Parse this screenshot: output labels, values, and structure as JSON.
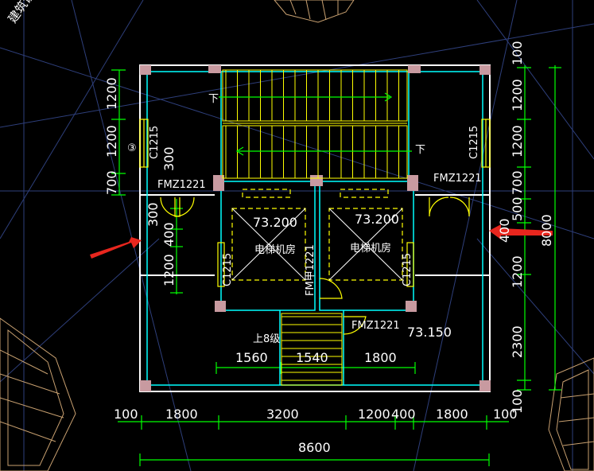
{
  "title_corner": "建筑设计",
  "bottom_dims": [
    "100",
    "1800",
    "3200",
    "1200",
    "400",
    "1800",
    "100"
  ],
  "bottom_total": "8600",
  "left_dims": [
    "1200",
    "1200",
    "700",
    "300",
    "400",
    "1200"
  ],
  "right_dims": [
    "100",
    "1200",
    "1200",
    "700",
    "500",
    "400",
    "1200",
    "2300",
    "100"
  ],
  "right_total": "8000",
  "inner_dims": [
    "1560",
    "1540",
    "1800"
  ],
  "elevations": [
    "73.200",
    "73.200",
    "73.150"
  ],
  "rooms": [
    "电梯机房",
    "电梯机房"
  ],
  "doors": [
    "FMZ1221",
    "FMZ1221",
    "FMZ1221",
    "FM甲1221"
  ],
  "windows": [
    "C1215",
    "C1215",
    "C1215",
    "C1215"
  ],
  "stair_labels": [
    "下",
    "下",
    "上8级"
  ],
  "stair_tag": "300",
  "axis_tag": "③",
  "colors": {
    "wall": "#ffffff",
    "cyan": "#00ffff",
    "green": "#00ff00",
    "yellow": "#ffff00",
    "grey": "#c8a0a0",
    "arrow": "#e8261e"
  }
}
